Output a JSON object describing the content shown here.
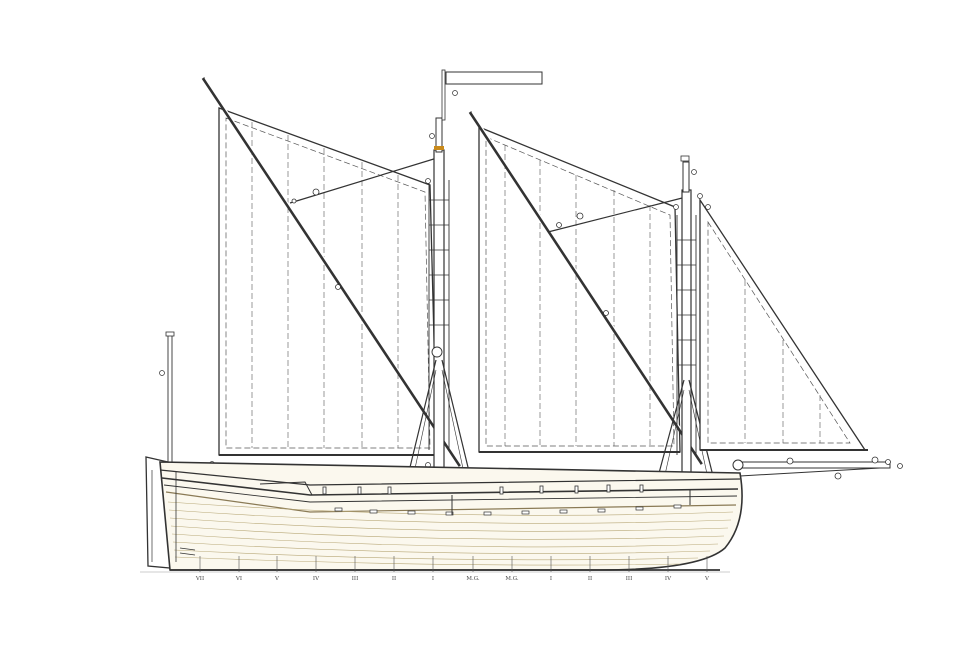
{
  "diagram": {
    "station_labels": [
      "VII",
      "VI",
      "V",
      "IV",
      "III",
      "II",
      "I",
      "M.G.",
      "M.G.",
      "I",
      "II",
      "III",
      "IV",
      "V"
    ],
    "colors": {
      "line": "#333333",
      "dashed": "#555555",
      "planking": "#b8a878",
      "hull_band": "#8a7a55",
      "highlight": "#c98a1a"
    }
  }
}
